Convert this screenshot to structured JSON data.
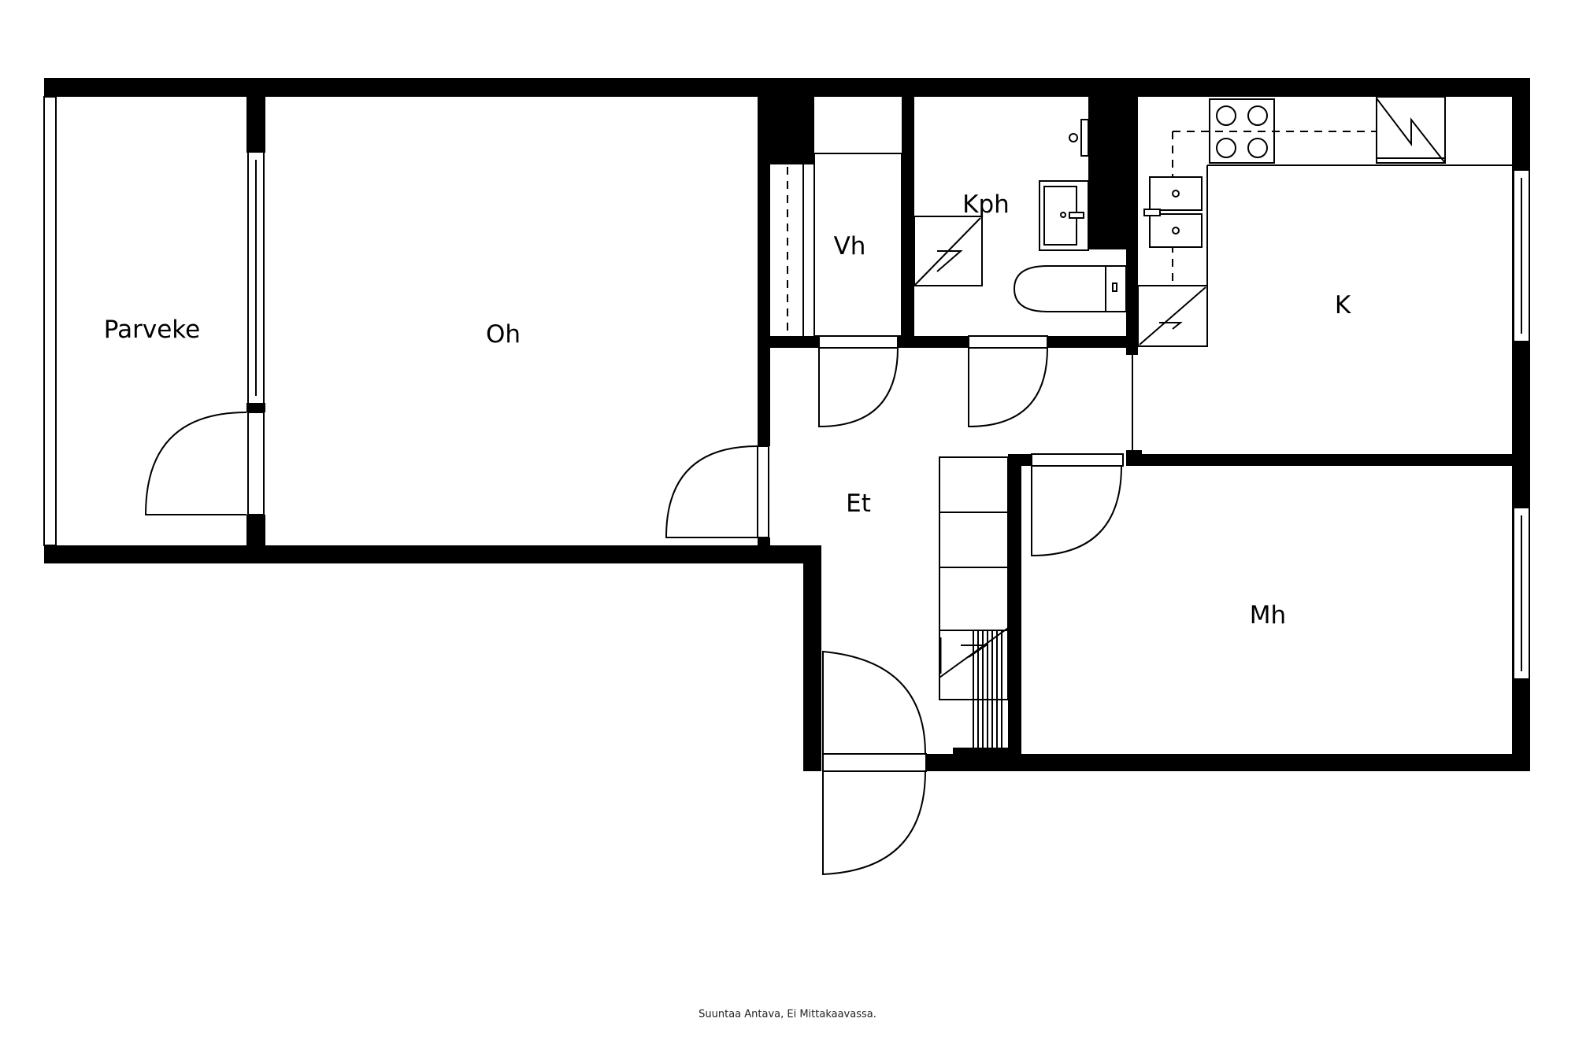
{
  "floorplan": {
    "rooms": [
      {
        "id": "parveke",
        "label": "Parveke"
      },
      {
        "id": "oh",
        "label": "Oh"
      },
      {
        "id": "vh",
        "label": "Vh"
      },
      {
        "id": "kph",
        "label": "Kph"
      },
      {
        "id": "k",
        "label": "K"
      },
      {
        "id": "et",
        "label": "Et"
      },
      {
        "id": "mh",
        "label": "Mh"
      }
    ],
    "colors": {
      "wall": "#000000",
      "background": "#ffffff"
    }
  },
  "footer": {
    "note": "Suuntaa Antava, Ei Mittakaavassa."
  }
}
